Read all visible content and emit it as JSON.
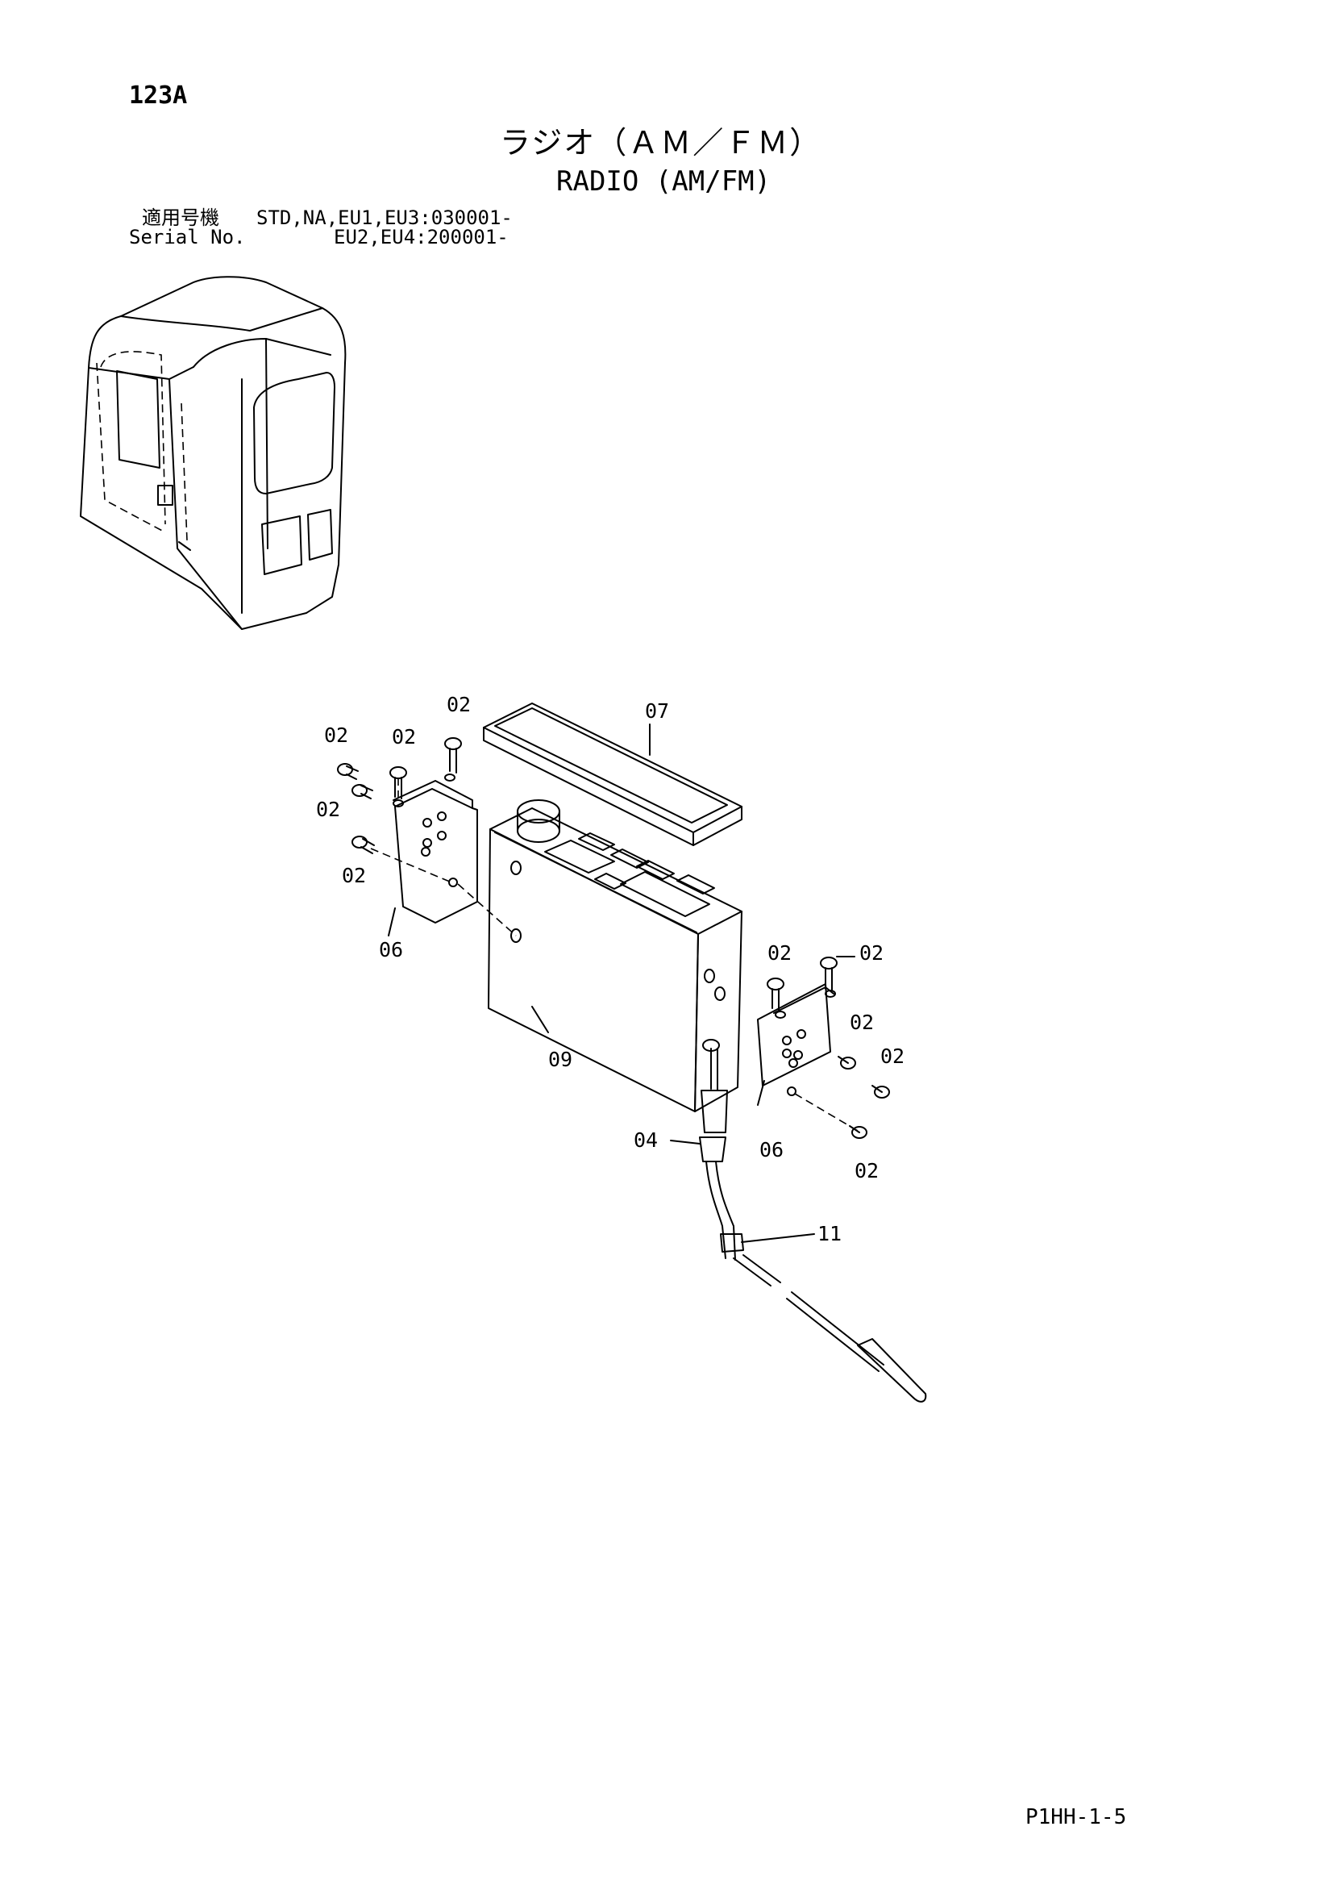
{
  "header": {
    "page_number": "123A",
    "title_jp": "ラジオ（ＡＭ／ＦＭ）",
    "title_en": "RADIO (AM/FM)",
    "serial_label_jp": "適用号機",
    "serial_label_en": "Serial No.",
    "serial_line_1": "STD,NA,EU1,EU3:030001-",
    "serial_line_2": "EU2,EU4:200001-"
  },
  "callouts": [
    {
      "id": "c1",
      "text": "02"
    },
    {
      "id": "c2",
      "text": "02"
    },
    {
      "id": "c3",
      "text": "02"
    },
    {
      "id": "c4",
      "text": "02"
    },
    {
      "id": "c5",
      "text": "02"
    },
    {
      "id": "c6",
      "text": "07"
    },
    {
      "id": "c7",
      "text": "06"
    },
    {
      "id": "c8",
      "text": "02"
    },
    {
      "id": "c9",
      "text": "02"
    },
    {
      "id": "c10",
      "text": "02"
    },
    {
      "id": "c11",
      "text": "02"
    },
    {
      "id": "c12",
      "text": "09"
    },
    {
      "id": "c13",
      "text": "04"
    },
    {
      "id": "c14",
      "text": "06"
    },
    {
      "id": "c15",
      "text": "02"
    },
    {
      "id": "c16",
      "text": "11"
    }
  ],
  "footer": {
    "page_code": "P1HH-1-5"
  }
}
